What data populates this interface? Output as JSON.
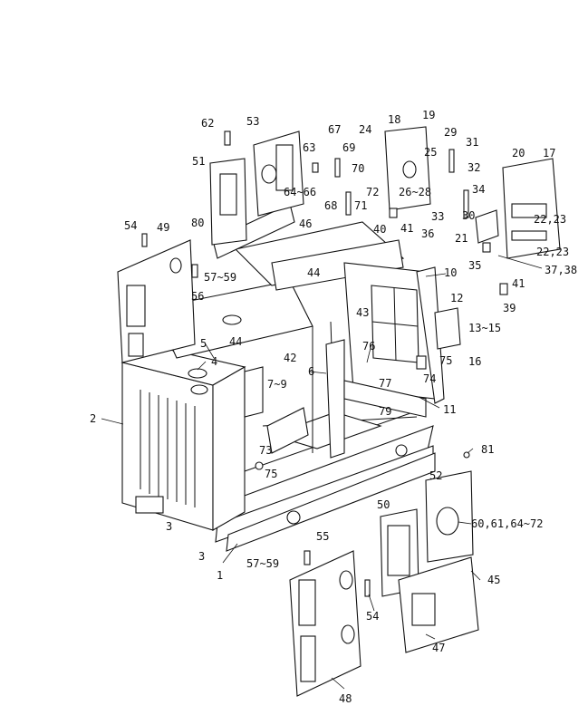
{
  "callouts": [
    {
      "id": "c62",
      "text": "62"
    },
    {
      "id": "c53",
      "text": "53"
    },
    {
      "id": "c51",
      "text": "51"
    },
    {
      "id": "c67",
      "text": "67"
    },
    {
      "id": "c63",
      "text": "63"
    },
    {
      "id": "c69",
      "text": "69"
    },
    {
      "id": "c70",
      "text": "70"
    },
    {
      "id": "c24",
      "text": "24"
    },
    {
      "id": "c18",
      "text": "18"
    },
    {
      "id": "c19",
      "text": "19"
    },
    {
      "id": "c29",
      "text": "29"
    },
    {
      "id": "c31",
      "text": "31"
    },
    {
      "id": "c25",
      "text": "25"
    },
    {
      "id": "c32",
      "text": "32"
    },
    {
      "id": "c20",
      "text": "20"
    },
    {
      "id": "c17",
      "text": "17"
    },
    {
      "id": "c64_66",
      "text": "64~66"
    },
    {
      "id": "c72",
      "text": "72"
    },
    {
      "id": "c26_28",
      "text": "26~28"
    },
    {
      "id": "c34",
      "text": "34"
    },
    {
      "id": "c68",
      "text": "68"
    },
    {
      "id": "c71",
      "text": "71"
    },
    {
      "id": "c33",
      "text": "33"
    },
    {
      "id": "c30",
      "text": "30"
    },
    {
      "id": "c22_23a",
      "text": "22,23"
    },
    {
      "id": "c54a",
      "text": "54"
    },
    {
      "id": "c49",
      "text": "49"
    },
    {
      "id": "c80",
      "text": "80"
    },
    {
      "id": "c46",
      "text": "46"
    },
    {
      "id": "c40",
      "text": "40"
    },
    {
      "id": "c41a",
      "text": "41"
    },
    {
      "id": "c36",
      "text": "36"
    },
    {
      "id": "c21",
      "text": "21"
    },
    {
      "id": "c22_23b",
      "text": "22,23"
    },
    {
      "id": "c35",
      "text": "35"
    },
    {
      "id": "c37_38",
      "text": "37,38"
    },
    {
      "id": "c57_59a",
      "text": "57~59"
    },
    {
      "id": "c44a",
      "text": "44"
    },
    {
      "id": "c10",
      "text": "10"
    },
    {
      "id": "c56",
      "text": "56"
    },
    {
      "id": "c41b",
      "text": "41"
    },
    {
      "id": "c39",
      "text": "39"
    },
    {
      "id": "c12",
      "text": "12"
    },
    {
      "id": "c43",
      "text": "43"
    },
    {
      "id": "c13_15",
      "text": "13~15"
    },
    {
      "id": "c5",
      "text": "5"
    },
    {
      "id": "c44b",
      "text": "44"
    },
    {
      "id": "c42",
      "text": "42"
    },
    {
      "id": "c76",
      "text": "76"
    },
    {
      "id": "c4",
      "text": "4"
    },
    {
      "id": "c75a",
      "text": "75"
    },
    {
      "id": "c16",
      "text": "16"
    },
    {
      "id": "c6",
      "text": "6"
    },
    {
      "id": "c77",
      "text": "77"
    },
    {
      "id": "c74",
      "text": "74"
    },
    {
      "id": "c7_9",
      "text": "7~9"
    },
    {
      "id": "c11",
      "text": "11"
    },
    {
      "id": "c79",
      "text": "79"
    },
    {
      "id": "c2",
      "text": "2"
    },
    {
      "id": "c81",
      "text": "81"
    },
    {
      "id": "c73",
      "text": "73"
    },
    {
      "id": "c75b",
      "text": "75"
    },
    {
      "id": "c52",
      "text": "52"
    },
    {
      "id": "c50",
      "text": "50"
    },
    {
      "id": "c60_72",
      "text": "60,61,64~72"
    },
    {
      "id": "c3a",
      "text": "3"
    },
    {
      "id": "c55",
      "text": "55"
    },
    {
      "id": "c3b",
      "text": "3"
    },
    {
      "id": "c57_59b",
      "text": "57~59"
    },
    {
      "id": "c45",
      "text": "45"
    },
    {
      "id": "c1",
      "text": "1"
    },
    {
      "id": "c54b",
      "text": "54"
    },
    {
      "id": "c47",
      "text": "47"
    },
    {
      "id": "c48",
      "text": "48"
    }
  ]
}
